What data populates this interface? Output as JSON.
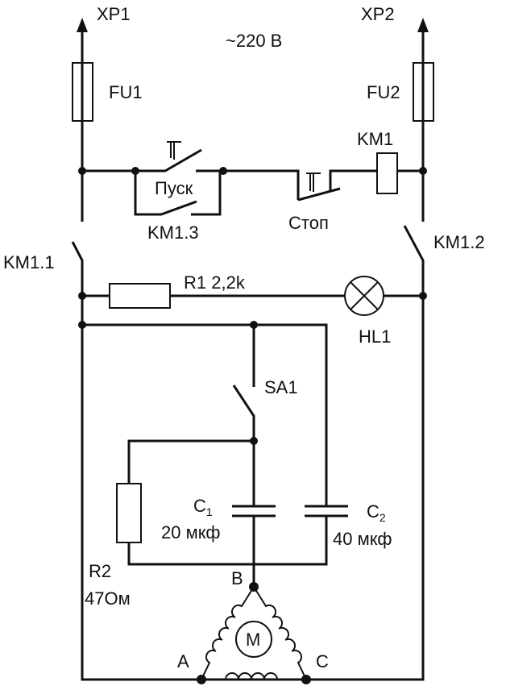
{
  "labels": {
    "xp1": "XP1",
    "xp2": "XP2",
    "voltage": "~220 В",
    "fu1": "FU1",
    "fu2": "FU2",
    "km1": "KM1",
    "pusk": "Пуск",
    "km13": "KM1.3",
    "stop": "Стоп",
    "km11": "KM1.1",
    "km12": "KM1.2",
    "r1": "R1 2,2k",
    "hl1": "HL1",
    "sa1": "SA1",
    "c1": "C",
    "c1_sub": "1",
    "c1_val": "20 мкф",
    "c2": "C",
    "c2_sub": "2",
    "c2_val": "40 мкф",
    "r2": "R2",
    "r2_val": "47Ом",
    "b": "B",
    "a": "A",
    "c": "C",
    "motor": "M"
  }
}
